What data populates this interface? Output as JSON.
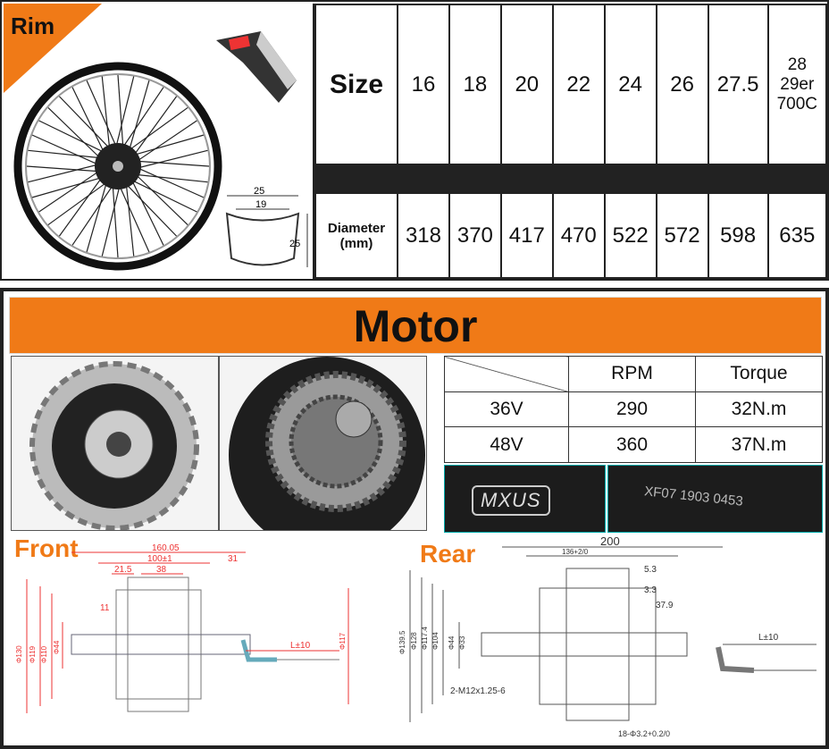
{
  "rim": {
    "label": "Rim",
    "profile": {
      "width_outer": "25",
      "width_inner": "19",
      "height": "25"
    }
  },
  "size_table": {
    "size_label": "Size",
    "diameter_label": "Diameter\n(mm)",
    "sizes": [
      "16",
      "18",
      "20",
      "22",
      "24",
      "26",
      "27.5",
      "28\n29er\n700C"
    ],
    "diameters": [
      "318",
      "370",
      "417",
      "470",
      "522",
      "572",
      "598",
      "635"
    ]
  },
  "motor": {
    "title": "Motor",
    "table": {
      "headers": [
        "RPM",
        "Torque"
      ],
      "rows": [
        {
          "voltage": "36V",
          "rpm": "290",
          "torque": "32N.m"
        },
        {
          "voltage": "48V",
          "rpm": "360",
          "torque": "37N.m"
        }
      ]
    },
    "brand_logo": "MXUS",
    "serial": "XF07 1903 0453"
  },
  "front": {
    "title": "Front",
    "dims": [
      "160.05",
      "100±1",
      "31",
      "21.5",
      "38",
      "11",
      "Φ130",
      "Φ119",
      "Φ110",
      "Φ44",
      "Φ117",
      "L±10"
    ]
  },
  "rear": {
    "title": "Rear",
    "dims": [
      "200",
      "136+2/0",
      "5.3",
      "3.3",
      "37.9",
      "Φ139.5",
      "Φ128",
      "Φ117.4",
      "Φ104",
      "Φ44",
      "Φ33",
      "2-M12x1.25-6",
      "L±10",
      "18-Φ3.2+0.2/0"
    ]
  },
  "colors": {
    "accent": "#f07a17",
    "border": "#222222"
  }
}
